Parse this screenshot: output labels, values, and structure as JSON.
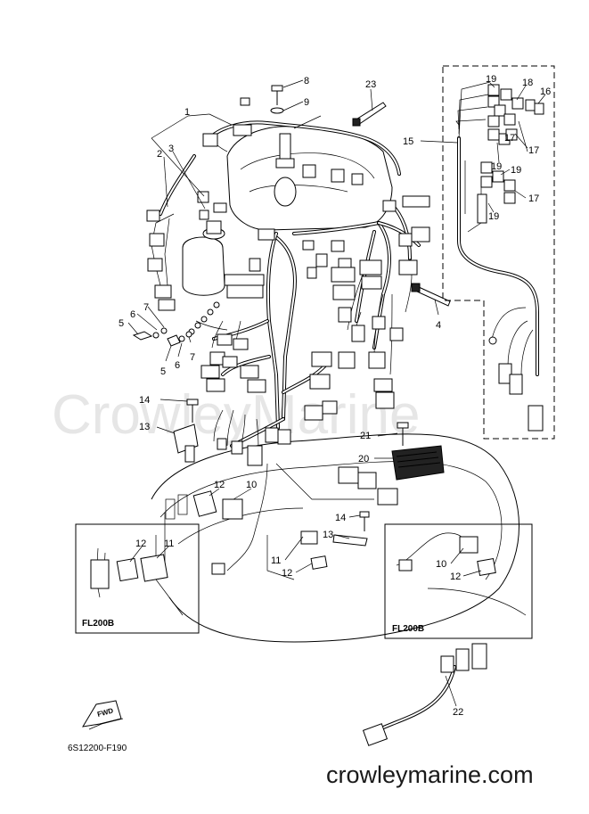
{
  "callouts": [
    "1",
    "2",
    "3",
    "4",
    "5",
    "5",
    "6",
    "6",
    "7",
    "7",
    "8",
    "9",
    "10",
    "10",
    "11",
    "11",
    "12",
    "12",
    "12",
    "13",
    "13",
    "14",
    "14",
    "15",
    "16",
    "17",
    "17",
    "17",
    "18",
    "19",
    "19",
    "19",
    "19",
    "20",
    "21",
    "22",
    "23"
  ],
  "insets": {
    "left_label": "FL200B",
    "right_label": "FL200B"
  },
  "fwd_label": "FWD",
  "reference_code": "6S12200-F190",
  "watermark": "CrowleyMarine",
  "footer_site": "crowleymarine.com"
}
